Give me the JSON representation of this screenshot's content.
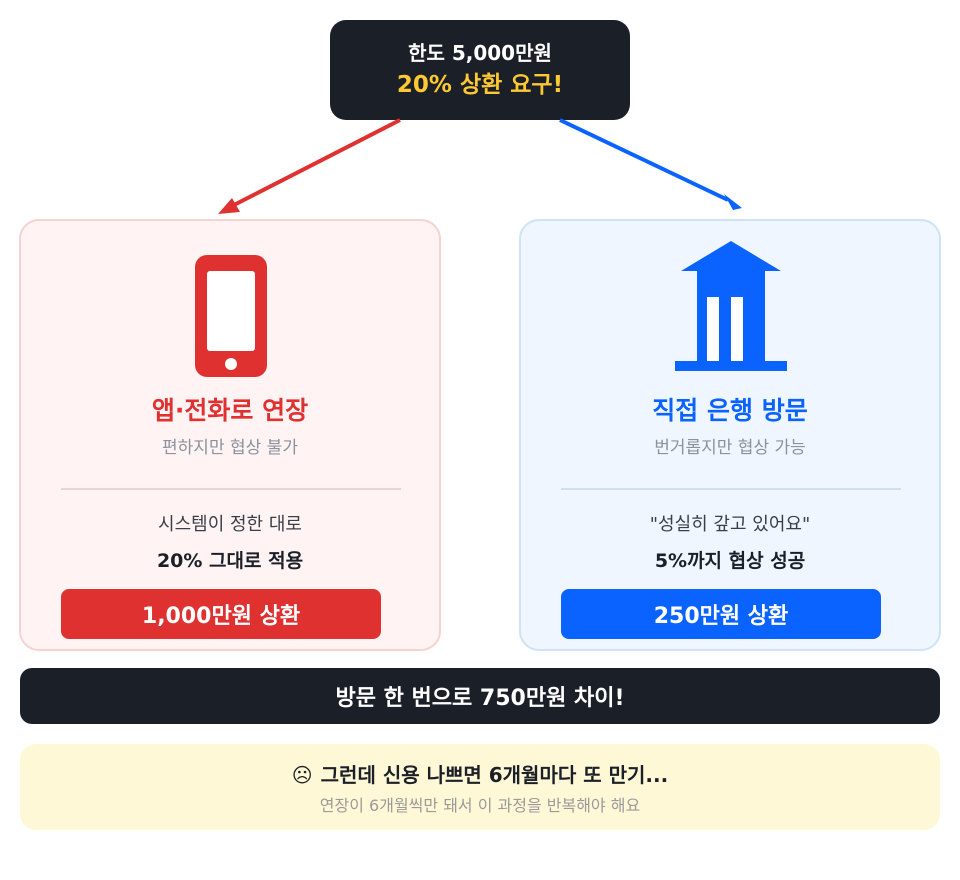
{
  "top": {
    "line1": "한도 5,000만원",
    "line2": "20% 상환 요구!"
  },
  "left": {
    "icon": "smartphone-icon",
    "title": "앱·전화로 연장",
    "subtitle": "편하지만 협상 불가",
    "desc1": "시스템이 정한 대로",
    "desc2": "20% 그대로 적용",
    "pill": "1,000만원 상환"
  },
  "right": {
    "icon": "bank-building-icon",
    "title": "직접 은행 방문",
    "subtitle": "번거롭지만 협상 가능",
    "desc1": "\"성실히 갚고 있어요\"",
    "desc2": "5%까지 협상 성공",
    "pill": "250만원 상환"
  },
  "summary": "방문 한 번으로 750만원 차이!",
  "note": {
    "icon": "frown-face-icon",
    "face": "☹",
    "main": "그런데 신용 나쁘면 6개월마다 또 만기...",
    "sub": "연장이 6개월씩만 돼서 이 과정을 반복해야 해요"
  },
  "colors": {
    "dark": "#1b1f27",
    "accent_yellow": "#ffc933",
    "red": "#e03131",
    "blue": "#0b63ff",
    "note_bg": "#fff8d6"
  }
}
